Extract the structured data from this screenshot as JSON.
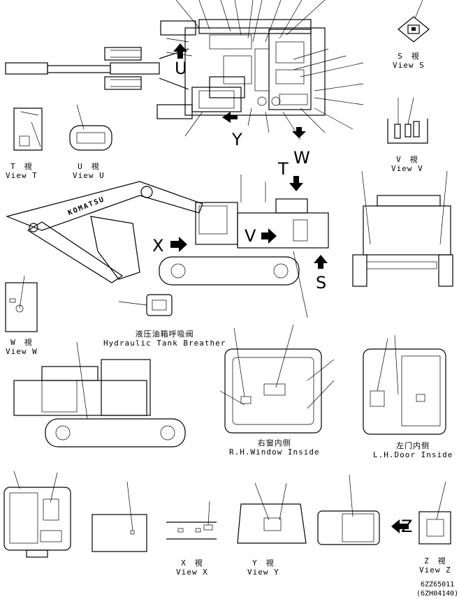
{
  "views": {
    "s": {
      "cn": "S　視",
      "en": "View S"
    },
    "t": {
      "cn": "T　視",
      "en": "View T"
    },
    "u": {
      "cn": "U　視",
      "en": "View U"
    },
    "v": {
      "cn": "V　視",
      "en": "View V"
    },
    "w": {
      "cn": "W　視",
      "en": "View W"
    },
    "x": {
      "cn": "X　視",
      "en": "View X"
    },
    "y": {
      "cn": "Y　視",
      "en": "View Y"
    },
    "z": {
      "cn": "Z　視",
      "en": "View Z"
    }
  },
  "breather": {
    "cn": "液压油箱呼吸阀",
    "en": "Hydraulic Tank Breather"
  },
  "rh_window": {
    "cn": "右窗内侧",
    "en": "R.H.Window Inside"
  },
  "lh_door": {
    "cn": "左门内侧",
    "en": "L.H.Door Inside"
  },
  "arrow_letters": {
    "u": "U",
    "y": "Y",
    "w": "W",
    "t": "T",
    "v": "V",
    "x": "X",
    "s": "S",
    "z": "Z"
  },
  "machine_brand": "KOMATSU",
  "part_codes": {
    "main": "6ZZ65011",
    "sub": "(6ZH04140)"
  }
}
